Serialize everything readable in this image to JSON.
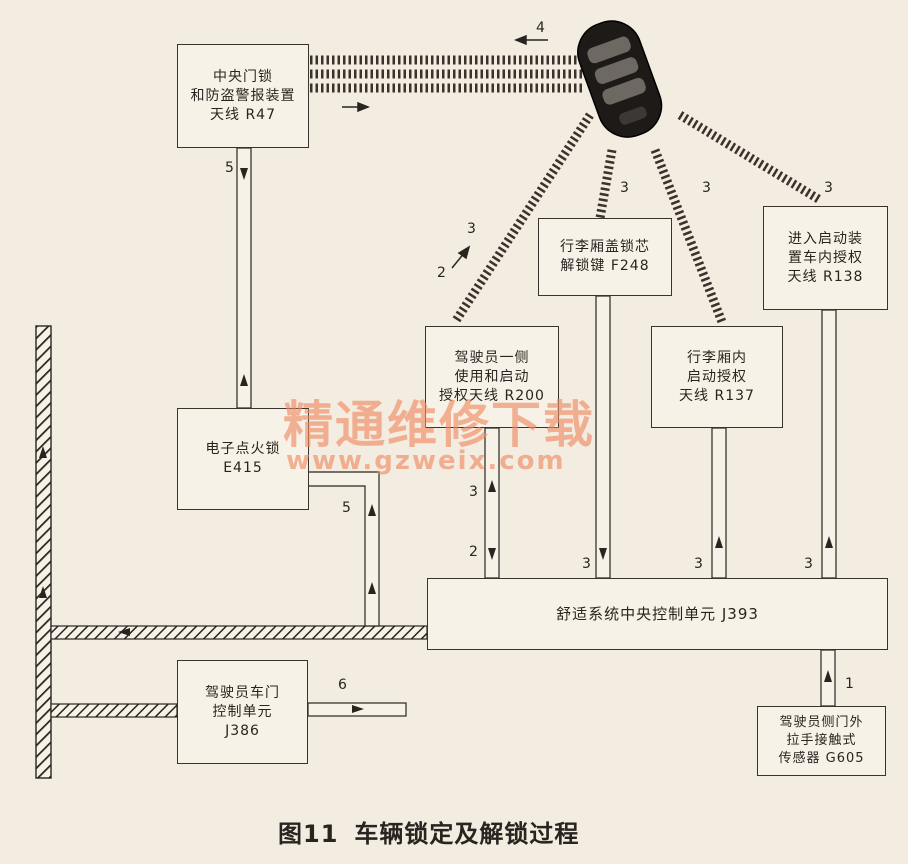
{
  "boxes": {
    "r47": "中央门锁\n和防盗警报装置\n天线 R47",
    "e415": "电子点火锁\nE415",
    "r200": "驾驶员一侧\n使用和启动\n授权天线 R200",
    "f248": "行李厢盖锁芯\n解锁键 F248",
    "r137": "行李厢内\n启动授权\n天线 R137",
    "r138": "进入启动装\n置车内授权\n天线 R138",
    "j393": "舒适系统中央控制单元 J393",
    "j386": "驾驶员车门\n控制单元\nJ386",
    "g605": "驾驶员侧门外\n拉手接触式\n传感器 G605"
  },
  "labels": {
    "n4": "4",
    "n5a": "5",
    "n5b": "5",
    "n6": "6",
    "n1": "1",
    "n3_r200_top": "3",
    "n2_r200_top": "2",
    "n3_f248_top": "3",
    "n3_r137_top": "3",
    "n3_r138_top": "3",
    "n3_r200_bus": "3",
    "n2_r200_bus": "2",
    "n3_f248_bus": "3",
    "n3_r137_bus": "3",
    "n3_r138_bus": "3"
  },
  "watermark": {
    "line1": "精通维修下载",
    "line2": "www.gzweix.com"
  },
  "caption": {
    "figure": "图11",
    "title": "车辆锁定及解锁过程"
  }
}
